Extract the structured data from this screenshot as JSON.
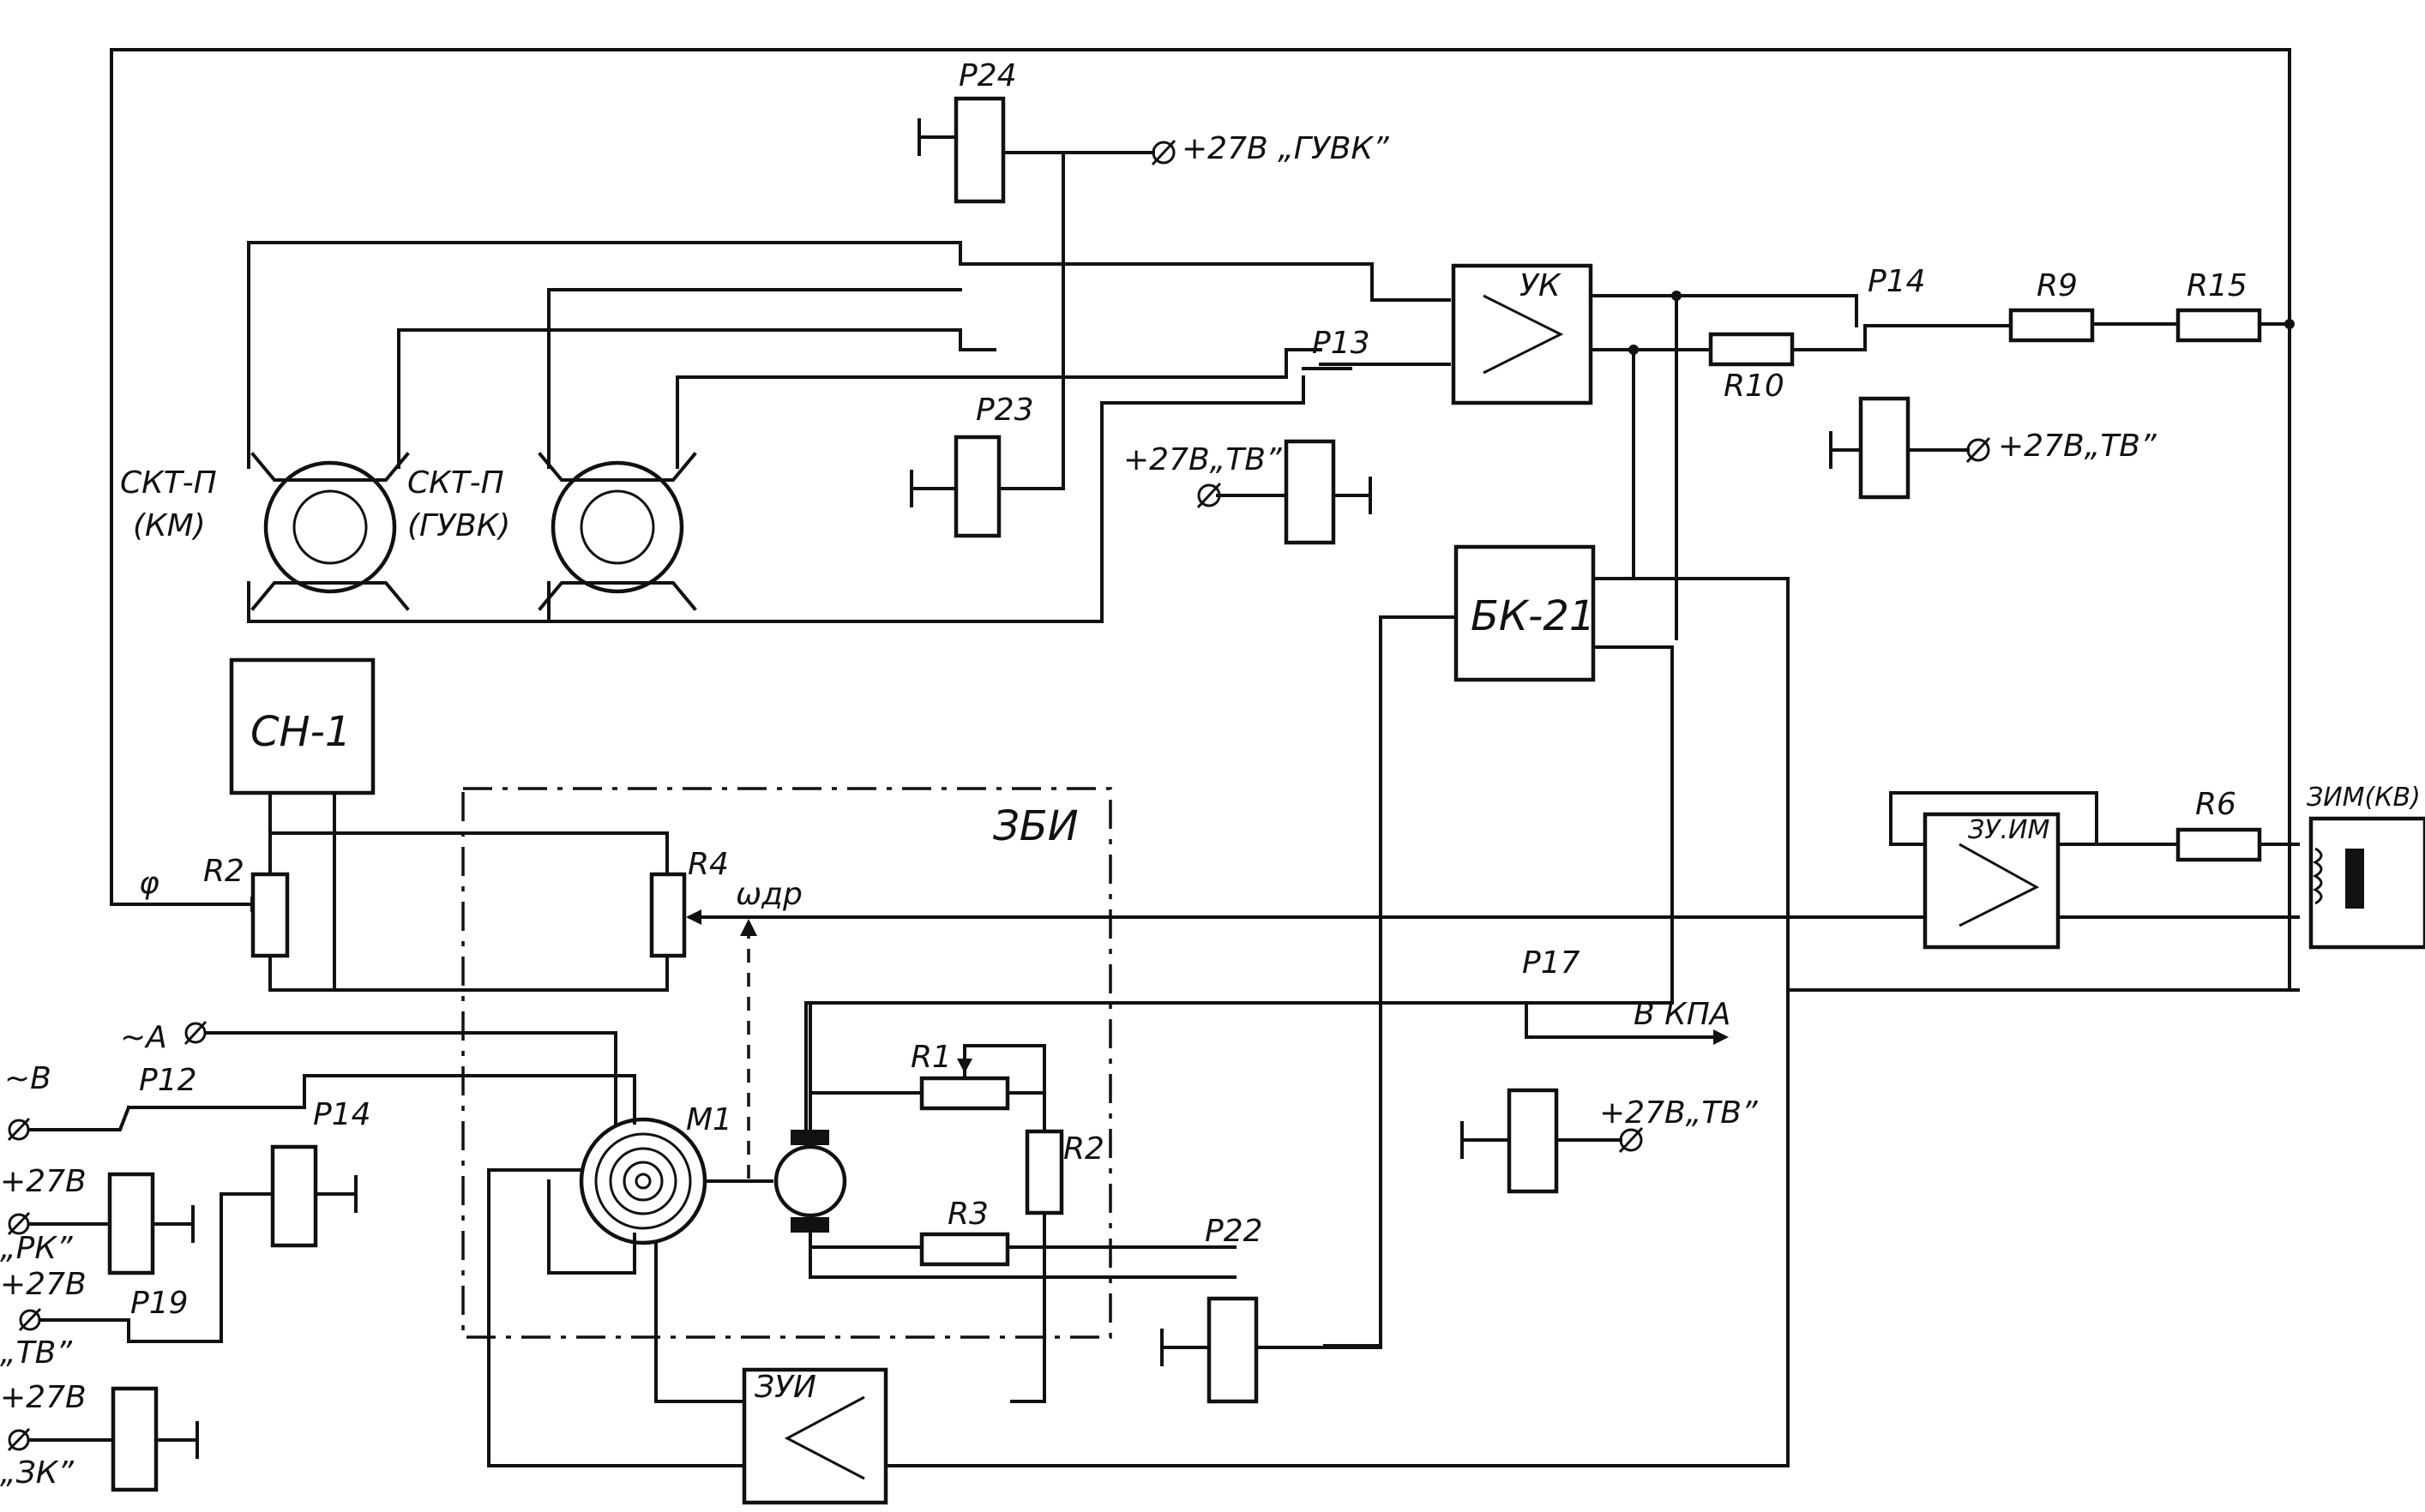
{
  "blocks": {
    "p24": "P24",
    "p23": "P23",
    "p14_top": "P14",
    "p13": "P13",
    "uk": "УК",
    "r9": "R9",
    "r15": "R15",
    "r10": "R10",
    "skt_km_1": "СКТ-П",
    "skt_km_2": "(КМ)",
    "skt_guvk_1": "СКТ-П",
    "skt_guvk_2": "(ГУВК)",
    "bk21": "БК-21",
    "sn1": "СН-1",
    "zbi": "ЗБИ",
    "phi": "φ",
    "r2_left": "R2",
    "r4": "R4",
    "omega": "ωдр",
    "zuim": "ЗУ.ИМ",
    "r6": "R6",
    "zim": "ЗИМ(КВ)",
    "p17": "P17",
    "vkpa": "В КПА",
    "m1": "M1",
    "r1": "R1",
    "r2_right": "R2",
    "r3": "R3",
    "p22": "P22",
    "p12": "P12",
    "p14_low": "P14",
    "p19": "P19",
    "zui": "ЗУИ"
  },
  "supply": {
    "guvk": "+27В „ГУВК”",
    "tv_1": "+27В„ТВ”",
    "tv_2": "+27В„ТВ”",
    "tv_3": "+27В„ТВ”",
    "ac_a": "~А",
    "ac_b": "~В",
    "left_1_a": "+27В",
    "left_1_b": "„РК”",
    "left_2_a": "+27В",
    "left_2_b": "„ТВ”",
    "left_3_a": "+27В",
    "left_3_b": "„ЗК”"
  }
}
